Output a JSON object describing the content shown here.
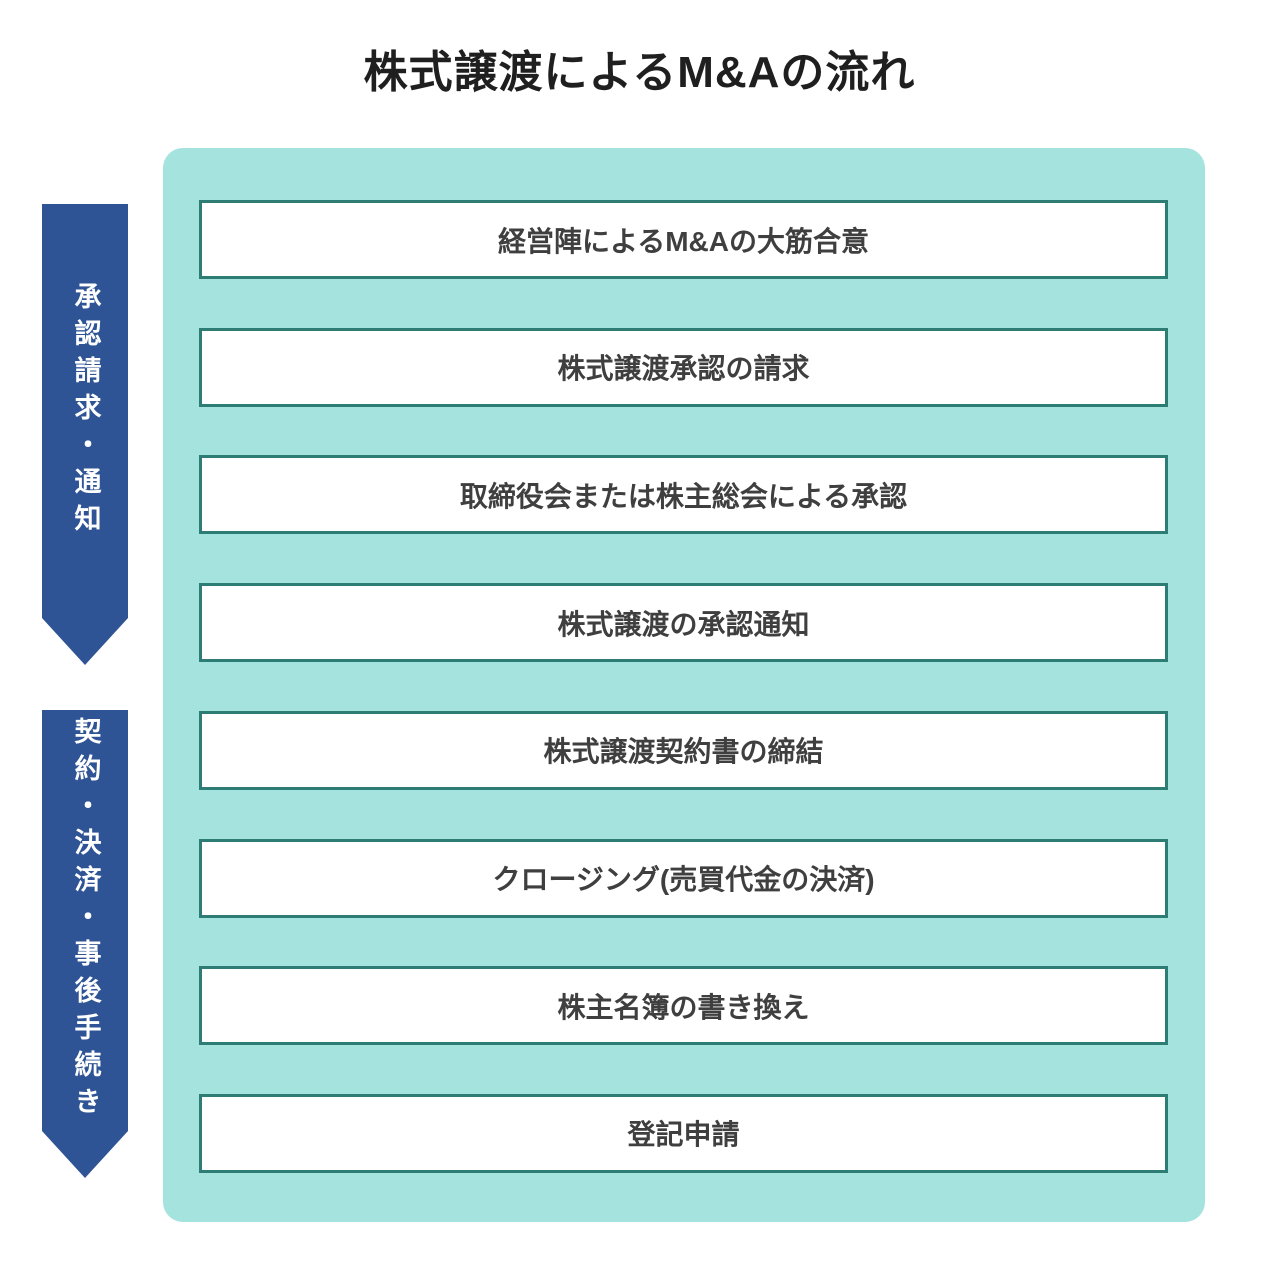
{
  "title": "株式譲渡によるM&Aの流れ",
  "colors": {
    "panel_background": "#a5e3de",
    "step_border": "#2e7d75",
    "step_background": "#ffffff",
    "step_text": "#3f3f3f",
    "phase_arrow_background": "#2f5496",
    "phase_arrow_text": "#ffffff",
    "title_text": "#1f1f1f"
  },
  "phases": [
    {
      "label": "承認請求・通知"
    },
    {
      "label": "契約・決済・事後手続き"
    }
  ],
  "steps": [
    "経営陣によるM&Aの大筋合意",
    "株式譲渡承認の請求",
    "取締役会または株主総会による承認",
    "株式譲渡の承認通知",
    "株式譲渡契約書の締結",
    "クロージング(売買代金の決済)",
    "株主名簿の書き換え",
    "登記申請"
  ]
}
